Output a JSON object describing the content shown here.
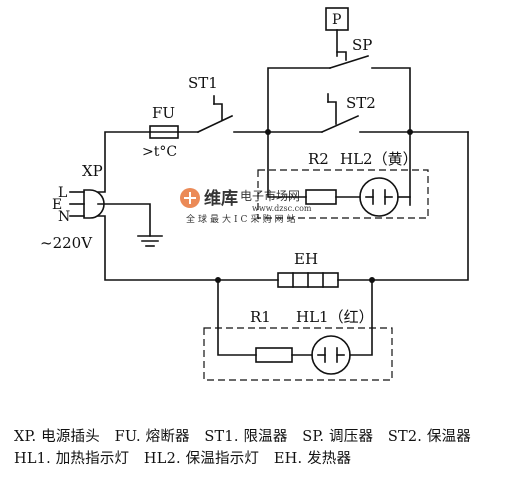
{
  "labels": {
    "plug": "XP",
    "plug_l": "L",
    "plug_e": "E",
    "plug_n": "N",
    "voltage": "~220V",
    "fuse": "FU",
    "fuse_temp": ">t°C",
    "st1": "ST1",
    "sp": "SP",
    "sp_box": "P",
    "st2": "ST2",
    "r2": "R2",
    "hl2": "HL2（黄）",
    "eh": "EH",
    "r1": "R1",
    "hl1": "HL1（红）"
  },
  "watermark": {
    "brand": "维库",
    "brand_sub": "电子市场网",
    "url": "www.dzsc.com",
    "slogan": "全球最大IC采购网站"
  },
  "caption": "XP. 电源插头　FU. 熔断器　ST1. 限温器　SP. 调压器　ST2. 保温器　HL1. 加热指示灯　HL2. 保温指示灯　EH. 发热器"
}
